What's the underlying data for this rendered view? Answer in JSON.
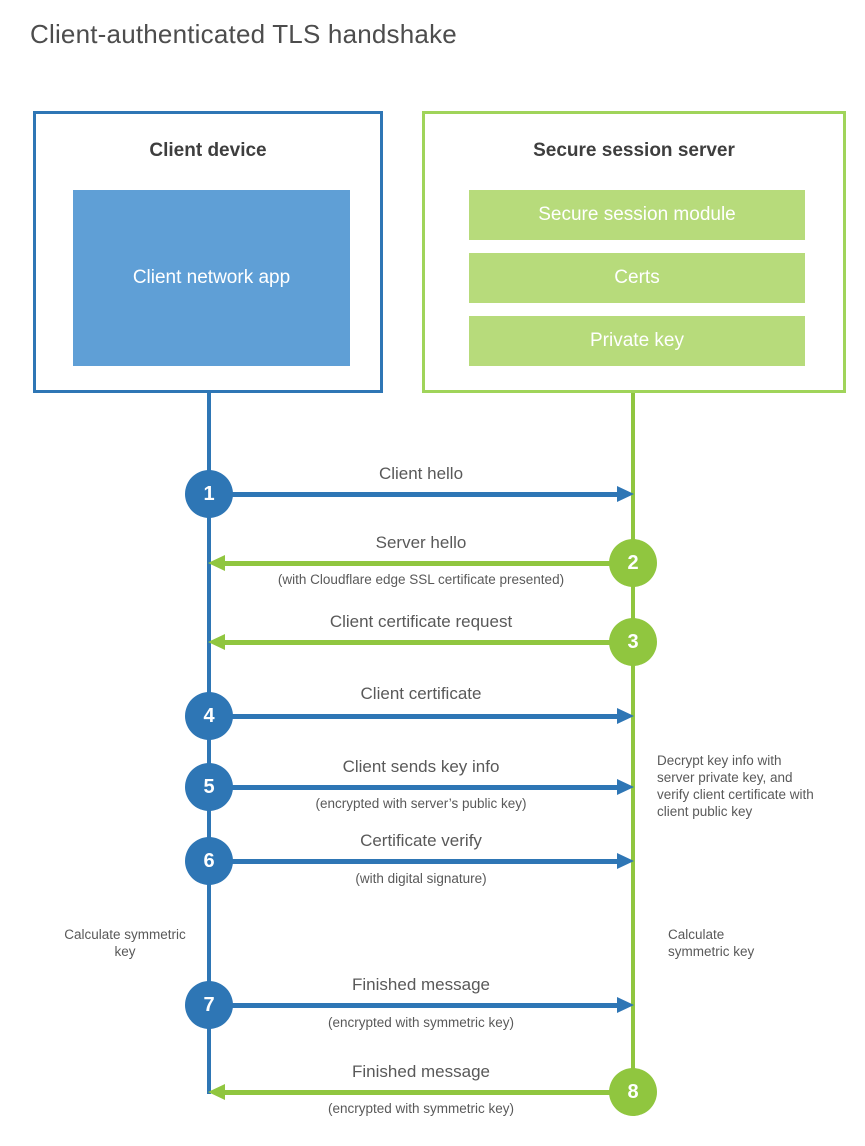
{
  "title": "Client-authenticated TLS handshake",
  "colors": {
    "blue_accent": "#2e76b5",
    "blue_fill": "#5f9fd6",
    "green_accent": "#90c63f",
    "green_border": "#a0d45a",
    "green_fill": "#b7db7b",
    "heading_text": "#3e3e3e",
    "body_text": "#595959"
  },
  "client_box": {
    "title": "Client device",
    "app_label": "Client network app"
  },
  "server_box": {
    "title": "Secure session server",
    "modules": [
      "Secure session module",
      "Certs",
      "Private key"
    ]
  },
  "steps": [
    {
      "num": "1",
      "label": "Client hello",
      "subtitle": "",
      "actor": "client",
      "direction": "right"
    },
    {
      "num": "2",
      "label": "Server hello",
      "subtitle": "(with Cloudflare edge SSL certificate presented)",
      "actor": "server",
      "direction": "left"
    },
    {
      "num": "3",
      "label": "Client certificate request",
      "subtitle": "",
      "actor": "server",
      "direction": "left"
    },
    {
      "num": "4",
      "label": "Client certificate",
      "subtitle": "",
      "actor": "client",
      "direction": "right"
    },
    {
      "num": "5",
      "label": "Client sends key info",
      "subtitle": "(encrypted with server’s public key)",
      "actor": "client",
      "direction": "right"
    },
    {
      "num": "6",
      "label": "Certificate verify",
      "subtitle": "(with digital signature)",
      "actor": "client",
      "direction": "right"
    },
    {
      "num": "7",
      "label": "Finished message",
      "subtitle": "(encrypted with symmetric key)",
      "actor": "client",
      "direction": "right"
    },
    {
      "num": "8",
      "label": "Finished message",
      "subtitle": "(encrypted with symmetric key)",
      "actor": "server",
      "direction": "left"
    }
  ],
  "annotations": {
    "decrypt_note": "Decrypt key info with server private key, and verify client certificate with client public key",
    "calc_left": "Calculate symmetric key",
    "calc_right": "Calculate symmetric key"
  }
}
